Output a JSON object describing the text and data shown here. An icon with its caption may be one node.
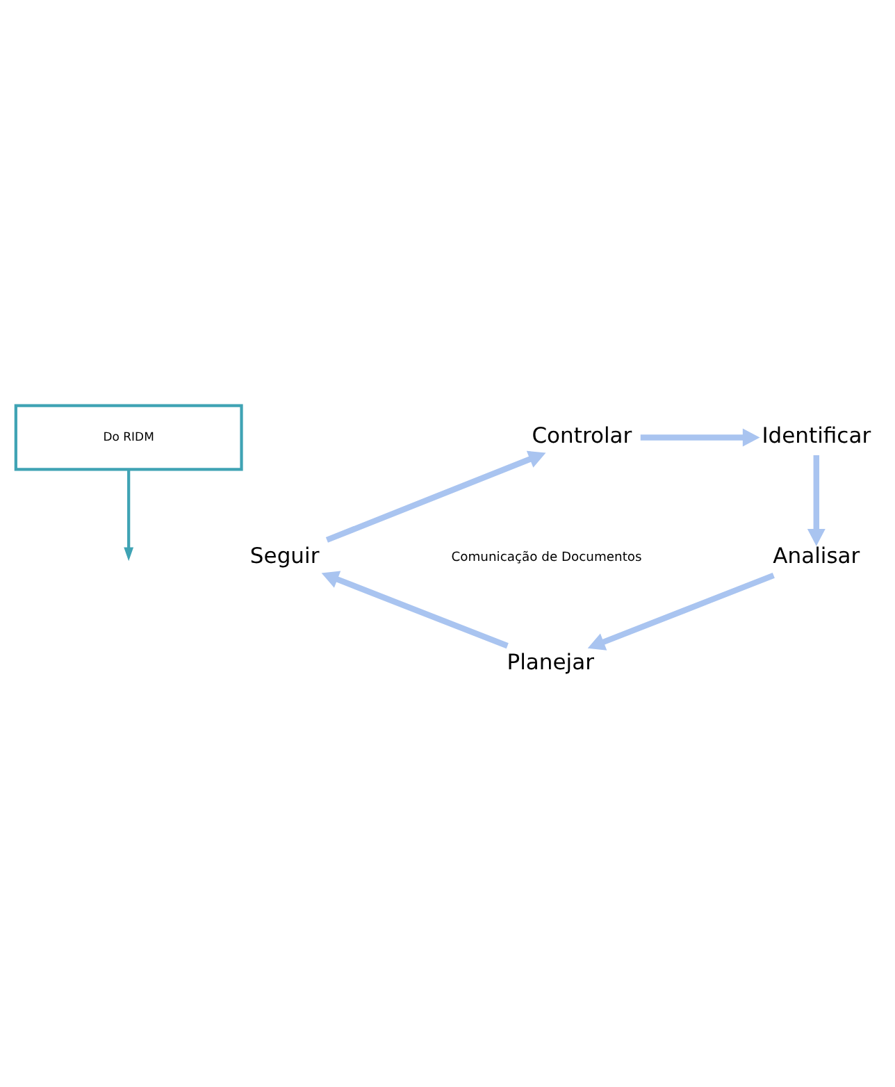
{
  "diagram": {
    "nodes": [
      {
        "text": [
          "Do RIDM"
        ]
      },
      {
        "text": [
          "Controlar"
        ]
      },
      {
        "text": [
          "Identificar"
        ]
      },
      {
        "text": [
          "Analisar"
        ]
      },
      {
        "text": [
          "Planejar"
        ]
      },
      {
        "text": [
          "Seguir"
        ]
      }
    ],
    "edges": [
      {
        "from": 0,
        "to": null,
        "arrow": "to",
        "color": "#3fa3b4"
      },
      {
        "from": 1,
        "to": 2,
        "arrow": "to"
      },
      {
        "from": 2,
        "to": 3,
        "arrow": "to"
      },
      {
        "from": 3,
        "to": 4,
        "arrow": "to"
      },
      {
        "from": 4,
        "to": 5,
        "arrow": "to"
      },
      {
        "from": 5,
        "to": 1,
        "arrow": "to"
      }
    ],
    "labels": [
      "Comunicação de Documentos"
    ]
  }
}
